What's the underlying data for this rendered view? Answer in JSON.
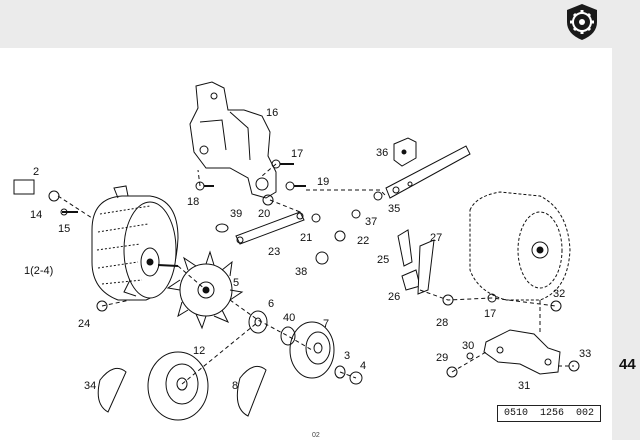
{
  "page_number": "44",
  "reference_code": "0510  1256  002",
  "bottom_number": "02",
  "logo": {
    "icon": "shield-gear-logo-icon",
    "color": "#1a1a1a"
  },
  "labels": [
    {
      "id": "1",
      "text": "1(2-4)"
    },
    {
      "id": "2",
      "text": "2"
    },
    {
      "id": "3",
      "text": "3"
    },
    {
      "id": "4",
      "text": "4"
    },
    {
      "id": "5",
      "text": "5"
    },
    {
      "id": "6",
      "text": "6"
    },
    {
      "id": "7",
      "text": "7"
    },
    {
      "id": "8",
      "text": "8"
    },
    {
      "id": "12",
      "text": "12"
    },
    {
      "id": "14",
      "text": "14"
    },
    {
      "id": "15",
      "text": "15"
    },
    {
      "id": "16",
      "text": "16"
    },
    {
      "id": "17a",
      "text": "17"
    },
    {
      "id": "17b",
      "text": "17"
    },
    {
      "id": "18",
      "text": "18"
    },
    {
      "id": "19",
      "text": "19"
    },
    {
      "id": "20",
      "text": "20"
    },
    {
      "id": "21",
      "text": "21"
    },
    {
      "id": "22",
      "text": "22"
    },
    {
      "id": "23",
      "text": "23"
    },
    {
      "id": "24",
      "text": "24"
    },
    {
      "id": "25",
      "text": "25"
    },
    {
      "id": "26",
      "text": "26"
    },
    {
      "id": "27",
      "text": "27"
    },
    {
      "id": "28",
      "text": "28"
    },
    {
      "id": "29",
      "text": "29"
    },
    {
      "id": "30",
      "text": "30"
    },
    {
      "id": "31",
      "text": "31"
    },
    {
      "id": "32",
      "text": "32"
    },
    {
      "id": "33",
      "text": "33"
    },
    {
      "id": "34",
      "text": "34"
    },
    {
      "id": "35",
      "text": "35"
    },
    {
      "id": "36",
      "text": "36"
    },
    {
      "id": "37",
      "text": "37"
    },
    {
      "id": "38",
      "text": "38"
    },
    {
      "id": "39",
      "text": "39"
    },
    {
      "id": "40",
      "text": "40"
    }
  ]
}
